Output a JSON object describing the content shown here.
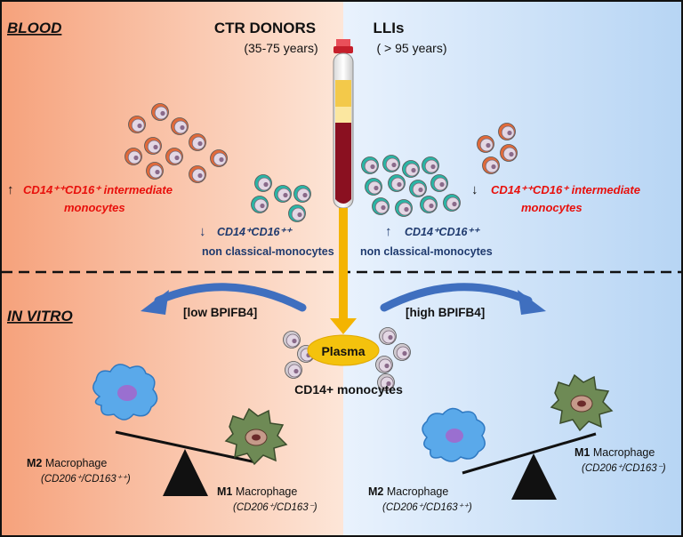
{
  "section_labels": {
    "blood": "BLOOD",
    "in_vitro": "IN VITRO"
  },
  "groups": {
    "control": {
      "title": "CTR DONORS",
      "age": "(35-75 years)"
    },
    "llis": {
      "title": "LLIs",
      "age": "( > 95 years)"
    }
  },
  "blood": {
    "left_intermediate": {
      "arrow": "↑",
      "line1": "CD14⁺⁺CD16⁺ intermediate",
      "line2": "monocytes"
    },
    "left_nonclassical": {
      "arrow": "↓",
      "line1": "CD14⁺CD16⁺⁺",
      "line2": "non classical-monocytes"
    },
    "right_intermediate": {
      "arrow": "↓",
      "line1": "CD14⁺⁺CD16⁺ intermediate",
      "line2": "monocytes"
    },
    "right_nonclassical": {
      "arrow": "↑",
      "line1": "CD14⁺CD16⁺⁺",
      "line2": "non classical-monocytes"
    }
  },
  "in_vitro": {
    "low_label": "[low BPIFB4]",
    "high_label": "[high BPIFB4]",
    "plasma_label": "Plasma",
    "monocytes_label": "CD14+ monocytes",
    "left": {
      "m2": {
        "name_bold": "M2",
        "name_rest": " Macrophage",
        "markers": "(CD206⁺/CD163⁺⁺)"
      },
      "m1": {
        "name_bold": "M1",
        "name_rest": " Macrophage",
        "markers": "(CD206⁺/CD163⁻)"
      }
    },
    "right": {
      "m1": {
        "name_bold": "M1",
        "name_rest": " Macrophage",
        "markers": "(CD206⁺/CD163⁻)"
      },
      "m2": {
        "name_bold": "M2",
        "name_rest": " Macrophage",
        "markers": "(CD206⁺/CD163⁺⁺)"
      }
    }
  },
  "colors": {
    "intermediate_red": "#e8100c",
    "nonclassical_navy": "#1f3a6e",
    "arrow_blue": "#3f6fbf",
    "plasma_yellow": "#f4c20d",
    "plasma_arrow": "#f4b400",
    "m1_green": "#6e8a55",
    "m2_blue": "#5aa9ea",
    "cell_orange": "#e06a3a",
    "cell_teal": "#2bb5a5"
  }
}
